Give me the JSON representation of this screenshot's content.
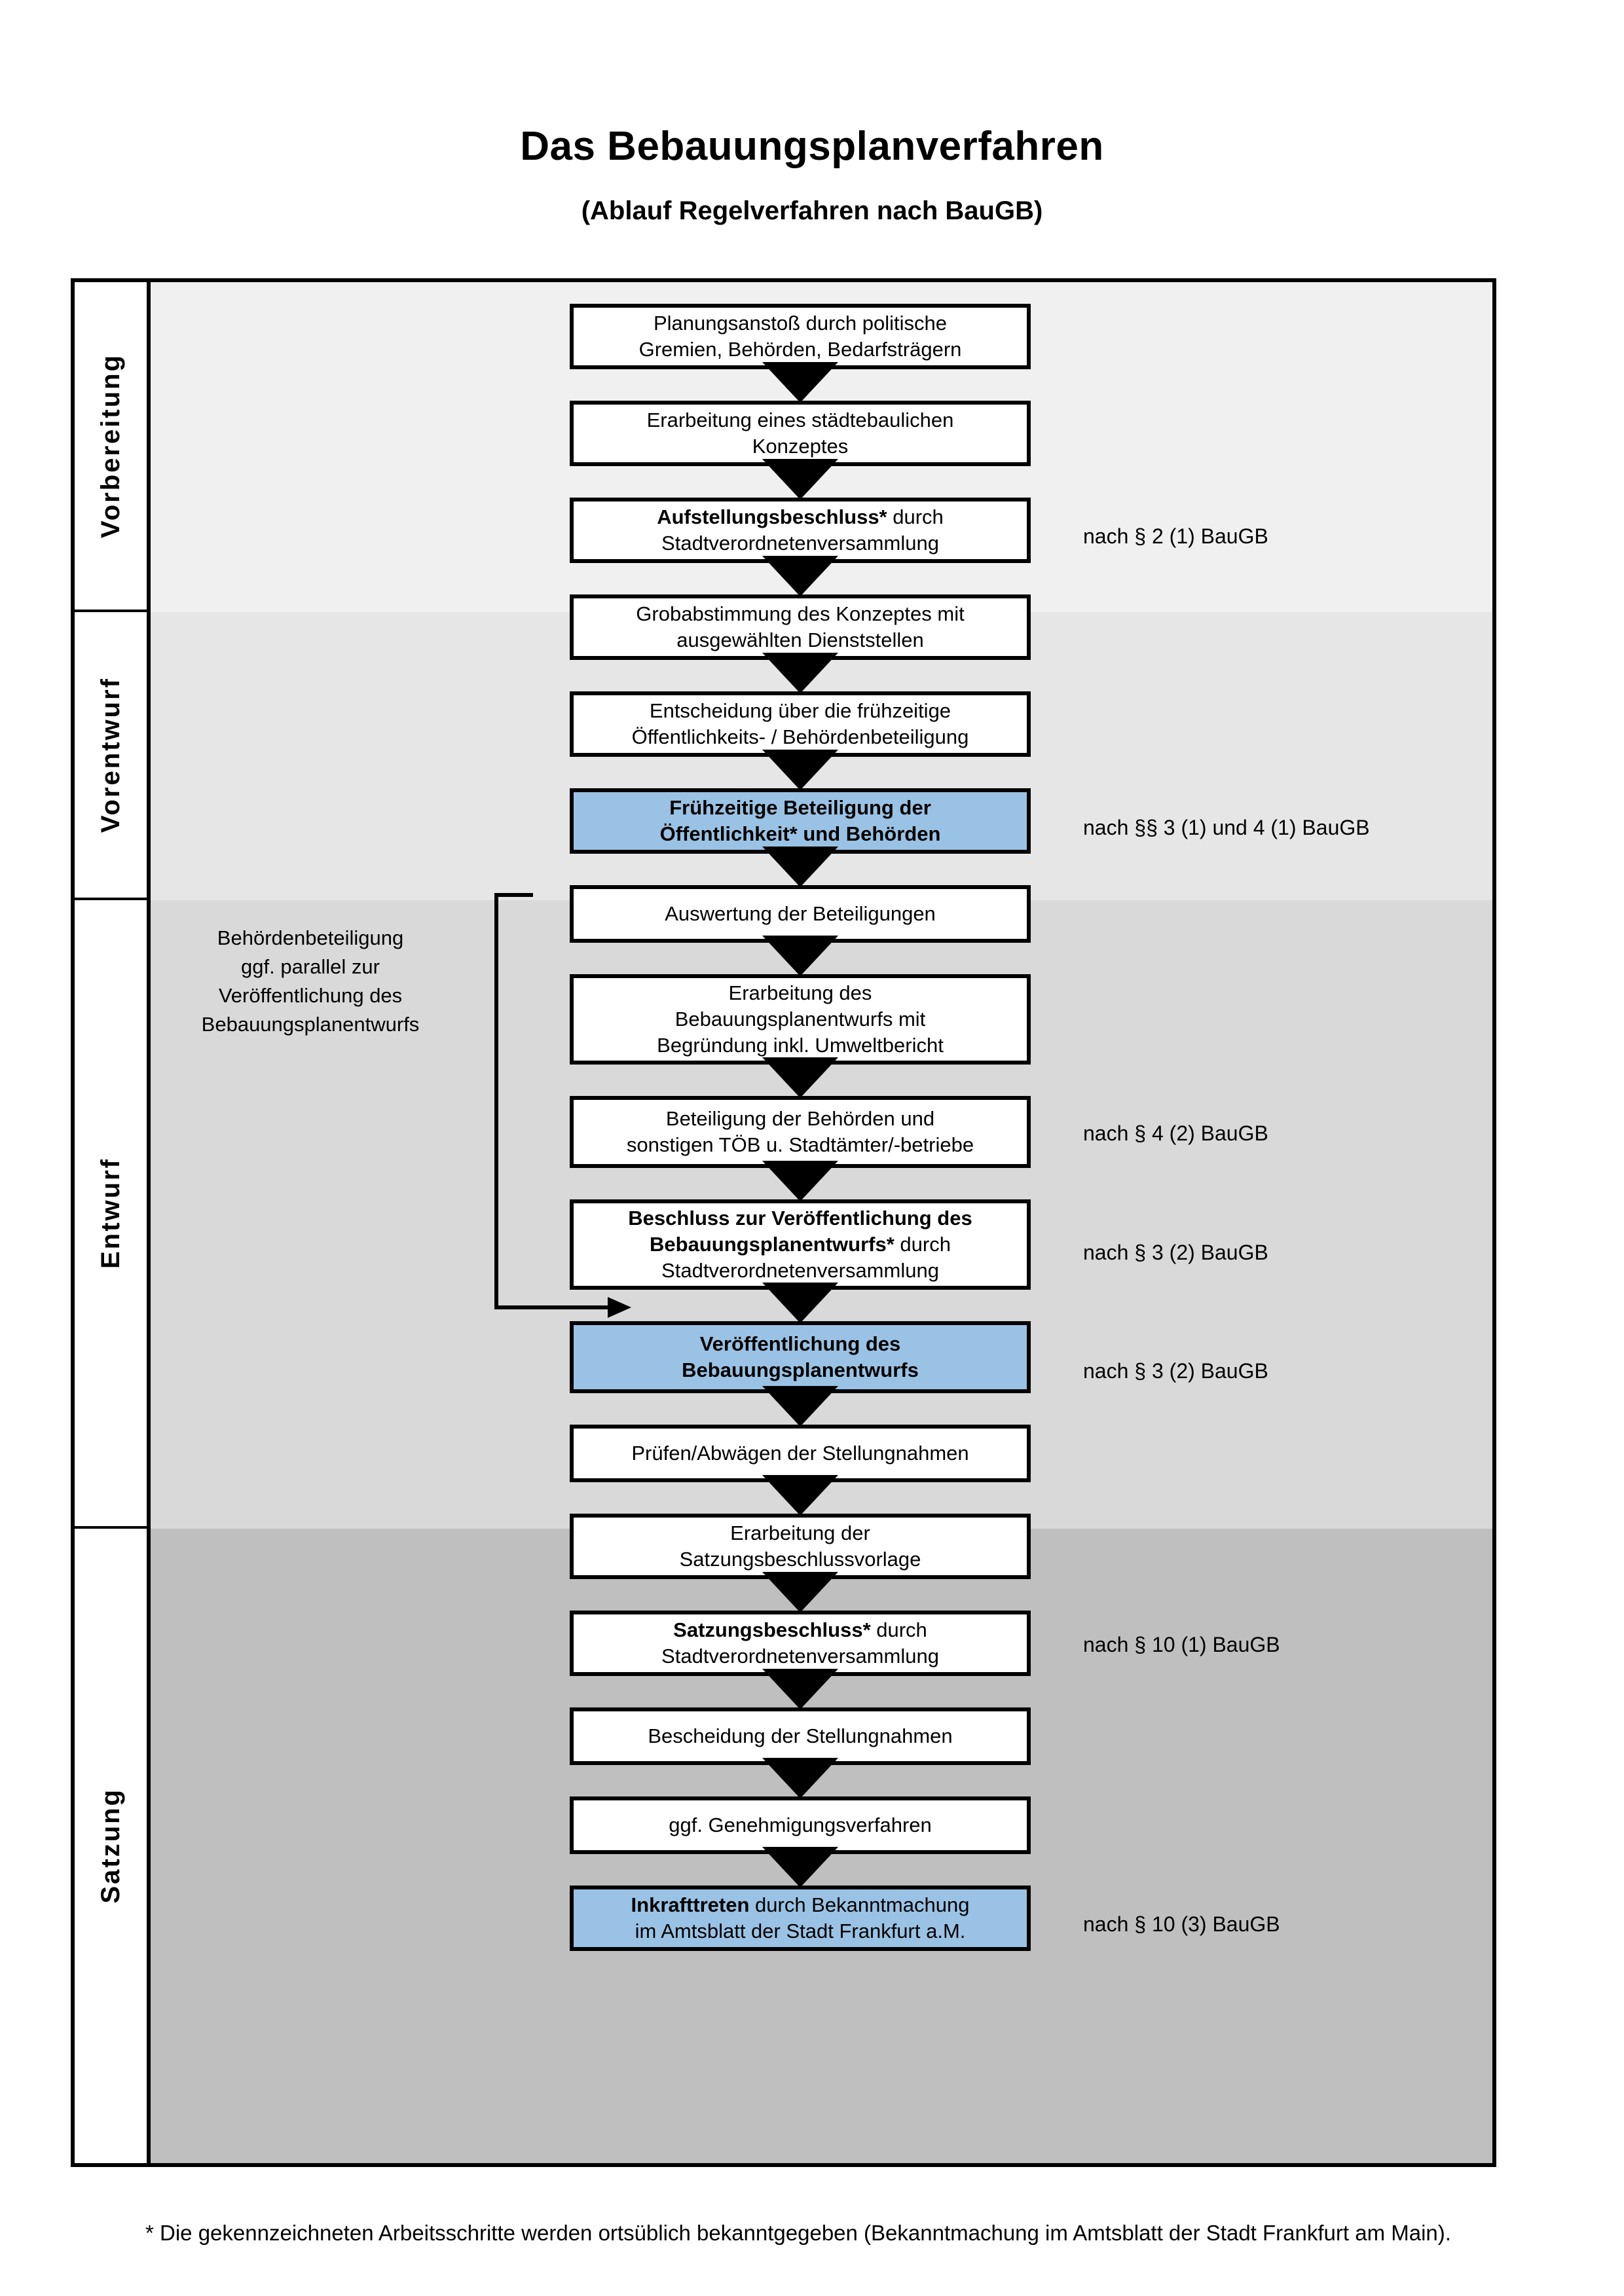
{
  "document": {
    "title": "Das Bebauungsplanverfahren",
    "subtitle": "(Ablauf Regelverfahren nach BauGB)",
    "footnote": "* Die gekennzeichneten Arbeitsschritte werden ortsüblich bekanntgegeben (Bekanntmachung im Amtsblatt  der Stadt Frankfurt am Main)."
  },
  "colors": {
    "highlight_box": "#9AC2E4",
    "band_vorbereitung": "#F0F0F0",
    "band_vorentwurf": "#E6E6E6",
    "band_entwurf": "#D9D9D9",
    "band_satzung": "#BFBFBF",
    "border": "#000000"
  },
  "phases": [
    {
      "id": "vorbereitung",
      "label": "Vorbereitung"
    },
    {
      "id": "vorentwurf",
      "label": "Vorentwurf"
    },
    {
      "id": "entwurf",
      "label": "Entwurf"
    },
    {
      "id": "satzung",
      "label": "Satzung"
    }
  ],
  "side_note": {
    "text": "Behördenbeteiligung ggf. parallel zur Veröffentlichung des Bebauungsplanentwurfs",
    "lines": [
      "Behördenbeteiligung",
      "ggf. parallel zur",
      "Veröffentlichung des",
      "Bebauungsplanentwurfs"
    ]
  },
  "steps": [
    {
      "n": 1,
      "phase": "vorbereitung",
      "highlight": false,
      "lines": [
        {
          "text": "Planungsanstoß durch politische",
          "bold": false
        },
        {
          "text": "Gremien, Behörden, Bedarfsträgern",
          "bold": false
        }
      ]
    },
    {
      "n": 2,
      "phase": "vorbereitung",
      "highlight": false,
      "lines": [
        {
          "text": "Erarbeitung eines städtebaulichen",
          "bold": false
        },
        {
          "text": "Konzeptes",
          "bold": false
        }
      ]
    },
    {
      "n": 3,
      "phase": "vorbereitung",
      "highlight": false,
      "lines": [
        {
          "text": "Aufstellungsbeschluss*",
          "bold": true,
          "suffix": " durch"
        },
        {
          "text": "Stadtverordnetenversammlung",
          "bold": false
        }
      ]
    },
    {
      "n": 4,
      "phase": "vorentwurf",
      "highlight": false,
      "lines": [
        {
          "text": "Grobabstimmung des Konzeptes mit",
          "bold": false
        },
        {
          "text": "ausgewählten Dienststellen",
          "bold": false
        }
      ]
    },
    {
      "n": 5,
      "phase": "vorentwurf",
      "highlight": false,
      "lines": [
        {
          "text": "Entscheidung über die frühzeitige",
          "bold": false
        },
        {
          "text": "Öffentlichkeits- / Behördenbeteiligung",
          "bold": false
        }
      ]
    },
    {
      "n": 6,
      "phase": "vorentwurf",
      "highlight": true,
      "lines": [
        {
          "text": "Frühzeitige Beteiligung der",
          "bold": true
        },
        {
          "text": "Öffentlichkeit* und Behörden",
          "bold": true
        }
      ]
    },
    {
      "n": 7,
      "phase": "entwurf",
      "highlight": false,
      "lines": [
        {
          "text": "Auswertung der Beteiligungen",
          "bold": false
        }
      ]
    },
    {
      "n": 8,
      "phase": "entwurf",
      "highlight": false,
      "lines": [
        {
          "text": "Erarbeitung des",
          "bold": false
        },
        {
          "text": "Bebauungsplanentwurfs mit",
          "bold": false
        },
        {
          "text": "Begründung inkl. Umweltbericht",
          "bold": false
        }
      ]
    },
    {
      "n": 9,
      "phase": "entwurf",
      "highlight": false,
      "lines": [
        {
          "text": "Beteiligung der Behörden und",
          "bold": false
        },
        {
          "text": "sonstigen TÖB u. Stadtämter/-betriebe",
          "bold": false
        }
      ]
    },
    {
      "n": 10,
      "phase": "entwurf",
      "highlight": false,
      "lines": [
        {
          "text": "Beschluss zur Veröffentlichung des",
          "bold": true
        },
        {
          "text": "Bebauungsplanentwurfs*",
          "bold": true,
          "suffix": " durch"
        },
        {
          "text": "Stadtverordnetenversammlung",
          "bold": false
        }
      ]
    },
    {
      "n": 11,
      "phase": "entwurf",
      "highlight": true,
      "lines": [
        {
          "text": "Veröffentlichung des",
          "bold": true
        },
        {
          "text": "Bebauungsplanentwurfs",
          "bold": true
        }
      ]
    },
    {
      "n": 12,
      "phase": "satzung",
      "highlight": false,
      "lines": [
        {
          "text": "Prüfen/Abwägen der Stellungnahmen",
          "bold": false
        }
      ]
    },
    {
      "n": 13,
      "phase": "satzung",
      "highlight": false,
      "lines": [
        {
          "text": "Erarbeitung der",
          "bold": false
        },
        {
          "text": "Satzungsbeschlussvorlage",
          "bold": false
        }
      ]
    },
    {
      "n": 14,
      "phase": "satzung",
      "highlight": false,
      "lines": [
        {
          "text": "Satzungsbeschluss*",
          "bold": true,
          "suffix": " durch"
        },
        {
          "text": "Stadtverordnetenversammlung",
          "bold": false
        }
      ]
    },
    {
      "n": 15,
      "phase": "satzung",
      "highlight": false,
      "lines": [
        {
          "text": "Bescheidung der Stellungnahmen",
          "bold": false
        }
      ]
    },
    {
      "n": 16,
      "phase": "satzung",
      "highlight": false,
      "lines": [
        {
          "text": "ggf. Genehmigungsverfahren",
          "bold": false
        }
      ]
    },
    {
      "n": 17,
      "phase": "satzung",
      "highlight": true,
      "lines": [
        {
          "text": "Inkrafttreten",
          "bold": true,
          "suffix": " durch Bekanntmachung"
        },
        {
          "text": "im Amtsblatt der Stadt Frankfurt a.M.",
          "bold": false
        }
      ]
    }
  ],
  "legal_notes": [
    {
      "id": "ln1",
      "text": "nach § 2 (1) BauGB",
      "for_step": 3
    },
    {
      "id": "ln2",
      "text": "nach §§ 3 (1) und 4 (1) BauGB",
      "for_step": 6
    },
    {
      "id": "ln3",
      "text": "nach § 4 (2) BauGB",
      "for_step": 9
    },
    {
      "id": "ln4",
      "text": "nach § 3 (2) BauGB",
      "for_step": 10
    },
    {
      "id": "ln5",
      "text": "nach § 3 (2) BauGB",
      "for_step": 11
    },
    {
      "id": "ln6",
      "text": "nach § 10 (1) BauGB",
      "for_step": 14
    },
    {
      "id": "ln7",
      "text": "nach § 10 (3) BauGB",
      "for_step": 17
    }
  ]
}
